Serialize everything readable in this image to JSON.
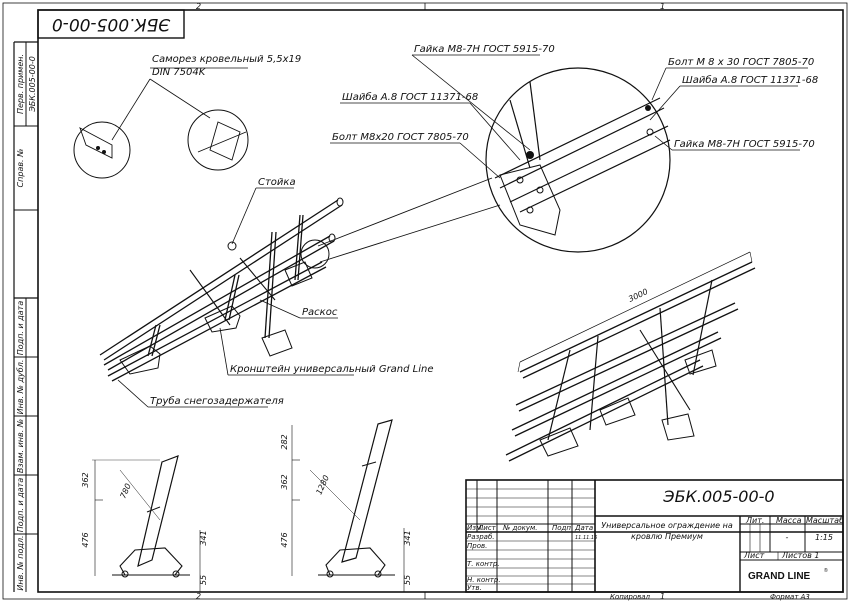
{
  "sheet": {
    "zone_top_left": "2",
    "zone_top_right": "1",
    "zone_bottom_left": "2",
    "zone_bottom_right": "1",
    "stamp_code": "ЭБК.005-00-0"
  },
  "left_strip": {
    "perv_primen": "Перв. примен.",
    "perv_code": "ЭБК.005-00-0",
    "sprav": "Справ. №",
    "podp_data_1": "Подп. и дата",
    "inv_dubl": "Инв. № дубл.",
    "vzam_inv": "Взам. инв. №",
    "podp_data_2": "Подп. и дата",
    "inv_podl": "Инв. № подл."
  },
  "callouts": {
    "samorez_1": "Саморез кровельный 5,5х19",
    "samorez_2": "DIN 7504K",
    "gaika_top": "Гайка М8-7Н ГОСТ 5915-70",
    "shaiba_left": "Шайба А.8 ГОСТ 11371-68",
    "bolt_m8x20": "Болт М8х20 ГОСТ 7805-70",
    "bolt_m8x30": "Болт М 8 х 30 ГОСТ 7805-70",
    "shaiba_right": "Шайба А.8 ГОСТ 11371-68",
    "gaika_right": "Гайка М8-7Н ГОСТ 5915-70",
    "stoika": "Стойка",
    "raskos": "Раскос",
    "kronshtein": "Кронштейн универсальный Grand Line",
    "truba": "Труба снегозадержателя"
  },
  "dimensions": {
    "length": "3000",
    "a_362": "362",
    "a_780": "780",
    "a_476": "476",
    "a_341": "341",
    "a_55": "55",
    "b_282": "282",
    "b_362": "362",
    "b_1280": "1280",
    "b_476": "476",
    "b_341": "341",
    "b_55": "55"
  },
  "title_block": {
    "doc_code": "ЭБК.005-00-0",
    "izm": "Изм.",
    "list": "Лист",
    "n_dokum": "№ докум.",
    "podp": "Подп.",
    "data": "Дата",
    "date_value": "11.11.16",
    "razrab": "Разраб.",
    "prov": "Пров.",
    "t_kontr": "Т. контр.",
    "n_kontr": "Н. контр.",
    "utv": "Утв.",
    "name_line1": "Универсальное ограждение на",
    "name_line2": "кровлю Премиум",
    "col_lit": "Лит.",
    "col_massa": "Масса",
    "col_masshtab": "Масштаб",
    "massa_value": "-",
    "masshtab_value": "1:15",
    "sheet_label": "Лист",
    "sheets_label": "Листов 1",
    "brand": "GRAND LINE",
    "brand_mark": "®",
    "kopiroval": "Копировал",
    "format": "Формат А3"
  }
}
